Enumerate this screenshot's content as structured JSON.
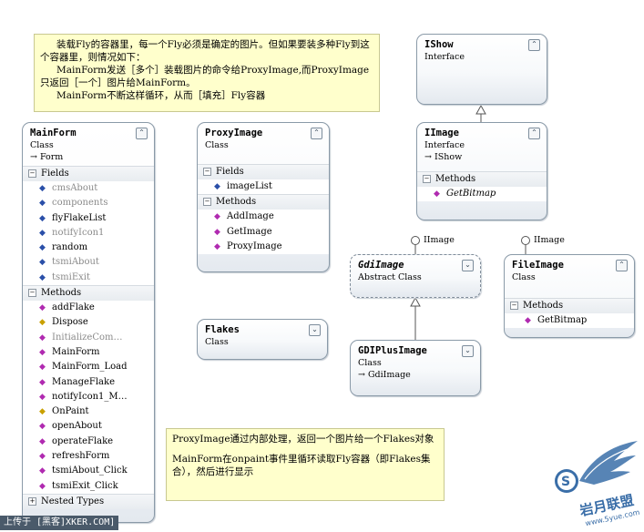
{
  "notes": {
    "top": [
      "装载Fly的容器里，每一个Fly必须是确定的图片。但如果要装多种Fly到这个容器里，则情况如下：",
      "MainForm发送［多个］装载图片的命令给ProxyImage,而ProxyImage只返回［一个］图片给MainForm。",
      "MainForm不断这样循环，从而［填充］Fly容器"
    ],
    "bottom": [
      "ProxyImage通过内部处理，返回一个图片给一个Flakes对象",
      "MainForm在onpaint事件里循环读取Fly容器（即Flakes集合），然后进行显示"
    ]
  },
  "classes": {
    "mainform": {
      "name": "MainForm",
      "stereotype": "Class",
      "base": "Form",
      "fields_label": "Fields",
      "fields": [
        {
          "name": "cmsAbout",
          "vis": "private"
        },
        {
          "name": "components",
          "vis": "private"
        },
        {
          "name": "flyFlakeList",
          "vis": "public"
        },
        {
          "name": "notifyIcon1",
          "vis": "private"
        },
        {
          "name": "random",
          "vis": "public"
        },
        {
          "name": "tsmiAbout",
          "vis": "private"
        },
        {
          "name": "tsmiExit",
          "vis": "private"
        }
      ],
      "methods_label": "Methods",
      "methods": [
        {
          "name": "addFlake",
          "vis": "public"
        },
        {
          "name": "Dispose",
          "vis": "protected"
        },
        {
          "name": "InitializeCom…",
          "vis": "private"
        },
        {
          "name": "MainForm",
          "vis": "public"
        },
        {
          "name": "MainForm_Load",
          "vis": "public"
        },
        {
          "name": "ManageFlake",
          "vis": "public"
        },
        {
          "name": "notifyIcon1_M…",
          "vis": "public"
        },
        {
          "name": "OnPaint",
          "vis": "protected"
        },
        {
          "name": "openAbout",
          "vis": "public"
        },
        {
          "name": "operateFlake",
          "vis": "public"
        },
        {
          "name": "refreshForm",
          "vis": "public"
        },
        {
          "name": "tsmiAbout_Click",
          "vis": "public"
        },
        {
          "name": "tsmiExit_Click",
          "vis": "public"
        }
      ],
      "nested_label": "Nested Types"
    },
    "proxyimage": {
      "name": "ProxyImage",
      "stereotype": "Class",
      "fields_label": "Fields",
      "fields": [
        "imageList"
      ],
      "methods_label": "Methods",
      "methods": [
        "AddImage",
        "GetImage",
        "ProxyImage"
      ]
    },
    "flakes": {
      "name": "Flakes",
      "stereotype": "Class"
    },
    "ishow": {
      "name": "IShow",
      "stereotype": "Interface"
    },
    "iimage": {
      "name": "IImage",
      "stereotype": "Interface",
      "base": "IShow",
      "methods_label": "Methods",
      "methods": [
        "GetBitmap"
      ]
    },
    "gdiimage": {
      "name": "GdiImage",
      "stereotype": "Abstract Class",
      "interface": "IImage"
    },
    "gdiplusimage": {
      "name": "GDIPlusImage",
      "stereotype": "Class",
      "base": "GdiImage"
    },
    "fileimage": {
      "name": "FileImage",
      "stereotype": "Class",
      "interface": "IImage",
      "methods_label": "Methods",
      "methods": [
        "GetBitmap"
      ]
    }
  },
  "watermark": {
    "brand": "岩月联盟",
    "url": "www.5yue.com"
  },
  "bottombar": {
    "text": "上传于 [黑客]XKER.COM]"
  },
  "colors": {
    "note_bg": "#ffffcc",
    "class_border": "#8a9aa8",
    "header_grad_end": "#e4e9ef"
  }
}
